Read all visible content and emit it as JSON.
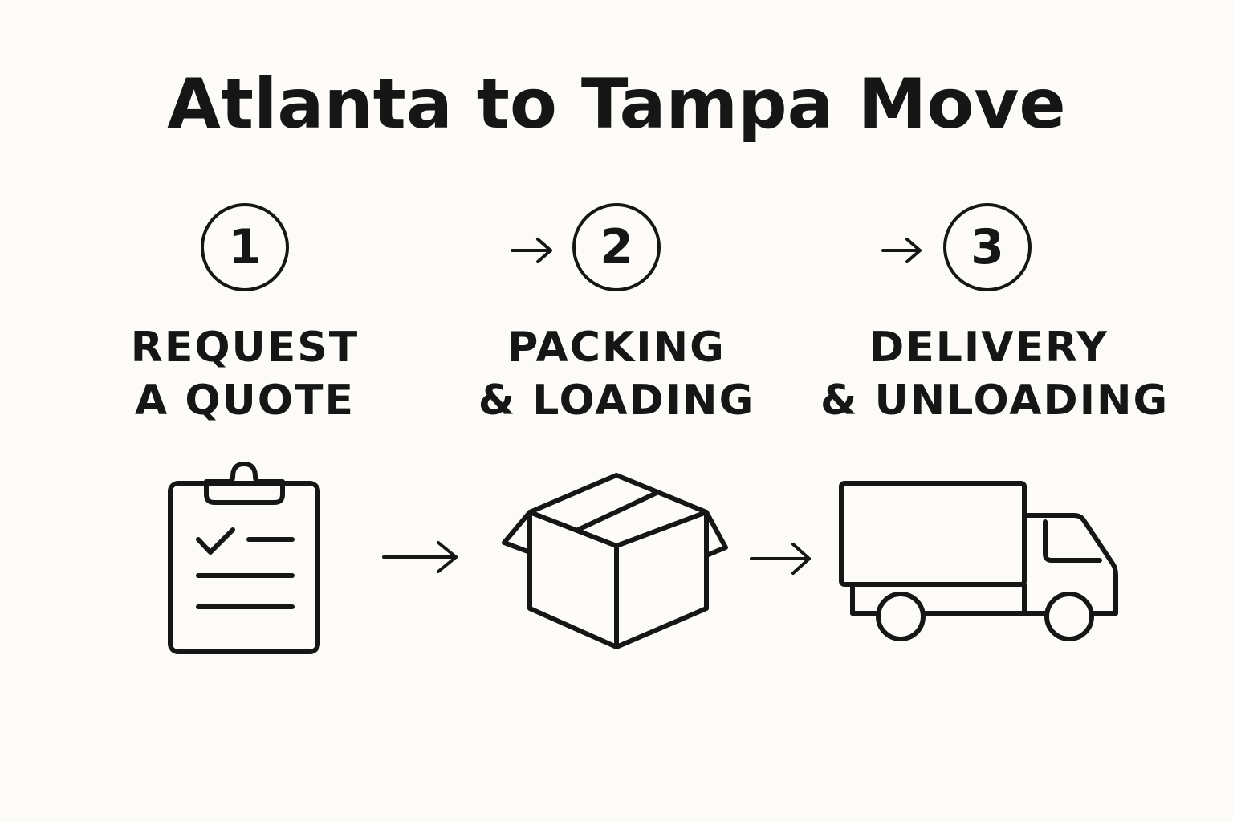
{
  "title": "Atlanta to Tampa Move",
  "steps": [
    {
      "number": "1",
      "label_line1": "REQUEST",
      "label_line2": "A QUOTE",
      "icon": "clipboard-checklist-icon"
    },
    {
      "number": "2",
      "label_line1": "PACKING",
      "label_line2": "& LOADING",
      "icon": "open-box-icon"
    },
    {
      "number": "3",
      "label_line1": "DELIVERY",
      "label_line2": "& UNLOADING",
      "icon": "moving-truck-icon"
    }
  ],
  "colors": {
    "background": "#fcfbf7",
    "ink": "#161616"
  }
}
